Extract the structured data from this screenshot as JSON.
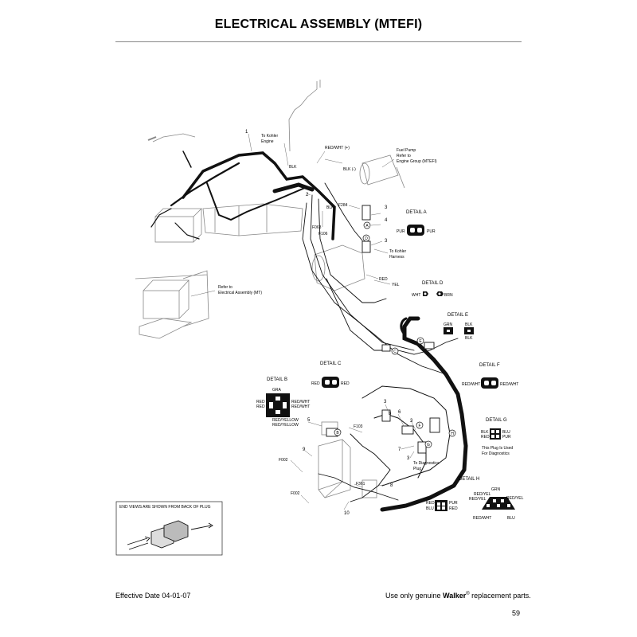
{
  "title": "ELECTRICAL ASSEMBLY (MTEFI)",
  "callouts": {
    "to_kohler_engine": [
      "To Kohler",
      "Engine"
    ],
    "red_wht_plus": "RED/WHT (+)",
    "blk_minus": "BLK (-)",
    "blk_top": "BLK",
    "fuel_pump": [
      "Fuel Pump",
      "Refer to",
      "Engine Group (MTEFI)"
    ],
    "f284": "F284",
    "f063": "F063",
    "f106": "F106",
    "blk_mid": "BLK",
    "to_kohler_harness": [
      "To Kohler",
      "Harness"
    ],
    "red": "RED",
    "yel": "YEL",
    "refer_mt": [
      "Refer to",
      "Electrical Assembly (MT)"
    ],
    "f103": "F103",
    "f002_a": "F002",
    "f002_b": "F002",
    "f361": "F361",
    "to_diag_plug": [
      "To Diagnostics",
      "Plug"
    ]
  },
  "part_numbers": [
    "1",
    "2",
    "3",
    "4",
    "3",
    "3",
    "5",
    "8",
    "6",
    "3",
    "7",
    "3",
    "9",
    "8",
    "10"
  ],
  "circle_letters": [
    "A",
    "D",
    "E",
    "B",
    "C",
    "F",
    "G",
    "H"
  ],
  "details": {
    "a": {
      "title": "DETAIL A",
      "left": "PUR",
      "right": "PUR"
    },
    "d": {
      "title": "DETAIL D",
      "left": "WHT",
      "right": "BRN"
    },
    "e": {
      "title": "DETAIL E",
      "top_left": "GRN",
      "top_right": "BLK",
      "bottom_right": "BLK"
    },
    "c": {
      "title": "DETAIL C",
      "left": "RED",
      "right": "RED"
    },
    "f": {
      "title": "DETAIL F",
      "left": "RED/WHT",
      "right": "RED/WHT"
    },
    "b": {
      "title": "DETAIL B",
      "top": "GRA",
      "left_1": "RED",
      "left_2": "RED",
      "right_1": "RED/WHT",
      "right_2": "RED/WHT",
      "bottom_1": "RED/YELLOW",
      "bottom_2": "RED/YELLOW"
    },
    "g": {
      "title": "DETAIL G",
      "left_1": "BLK",
      "left_2": "RED",
      "right_1": "BLU",
      "right_2": "PUR",
      "note": [
        "This Plug Is Used",
        "For Diagnostics"
      ]
    },
    "h": {
      "title": "DETAIL H",
      "top": "GRN",
      "red_yel_left": "RED/YEL",
      "red_yel_right": "RED/YEL",
      "red": "RED",
      "blu": "BLU",
      "pur": "PUR",
      "red2": "RED",
      "red_wht": "RED/WHT",
      "blu2": "BLU"
    }
  },
  "end_view_note": "END VIEWS ARE SHOWN FROM BACK OF PLUG",
  "footer": {
    "effective_date": "Effective Date 04-01-07",
    "replacement_prefix": "Use only genuine ",
    "brand": "Walker",
    "trademark": "®",
    "replacement_suffix": " replacement parts.",
    "page_number": "59"
  }
}
